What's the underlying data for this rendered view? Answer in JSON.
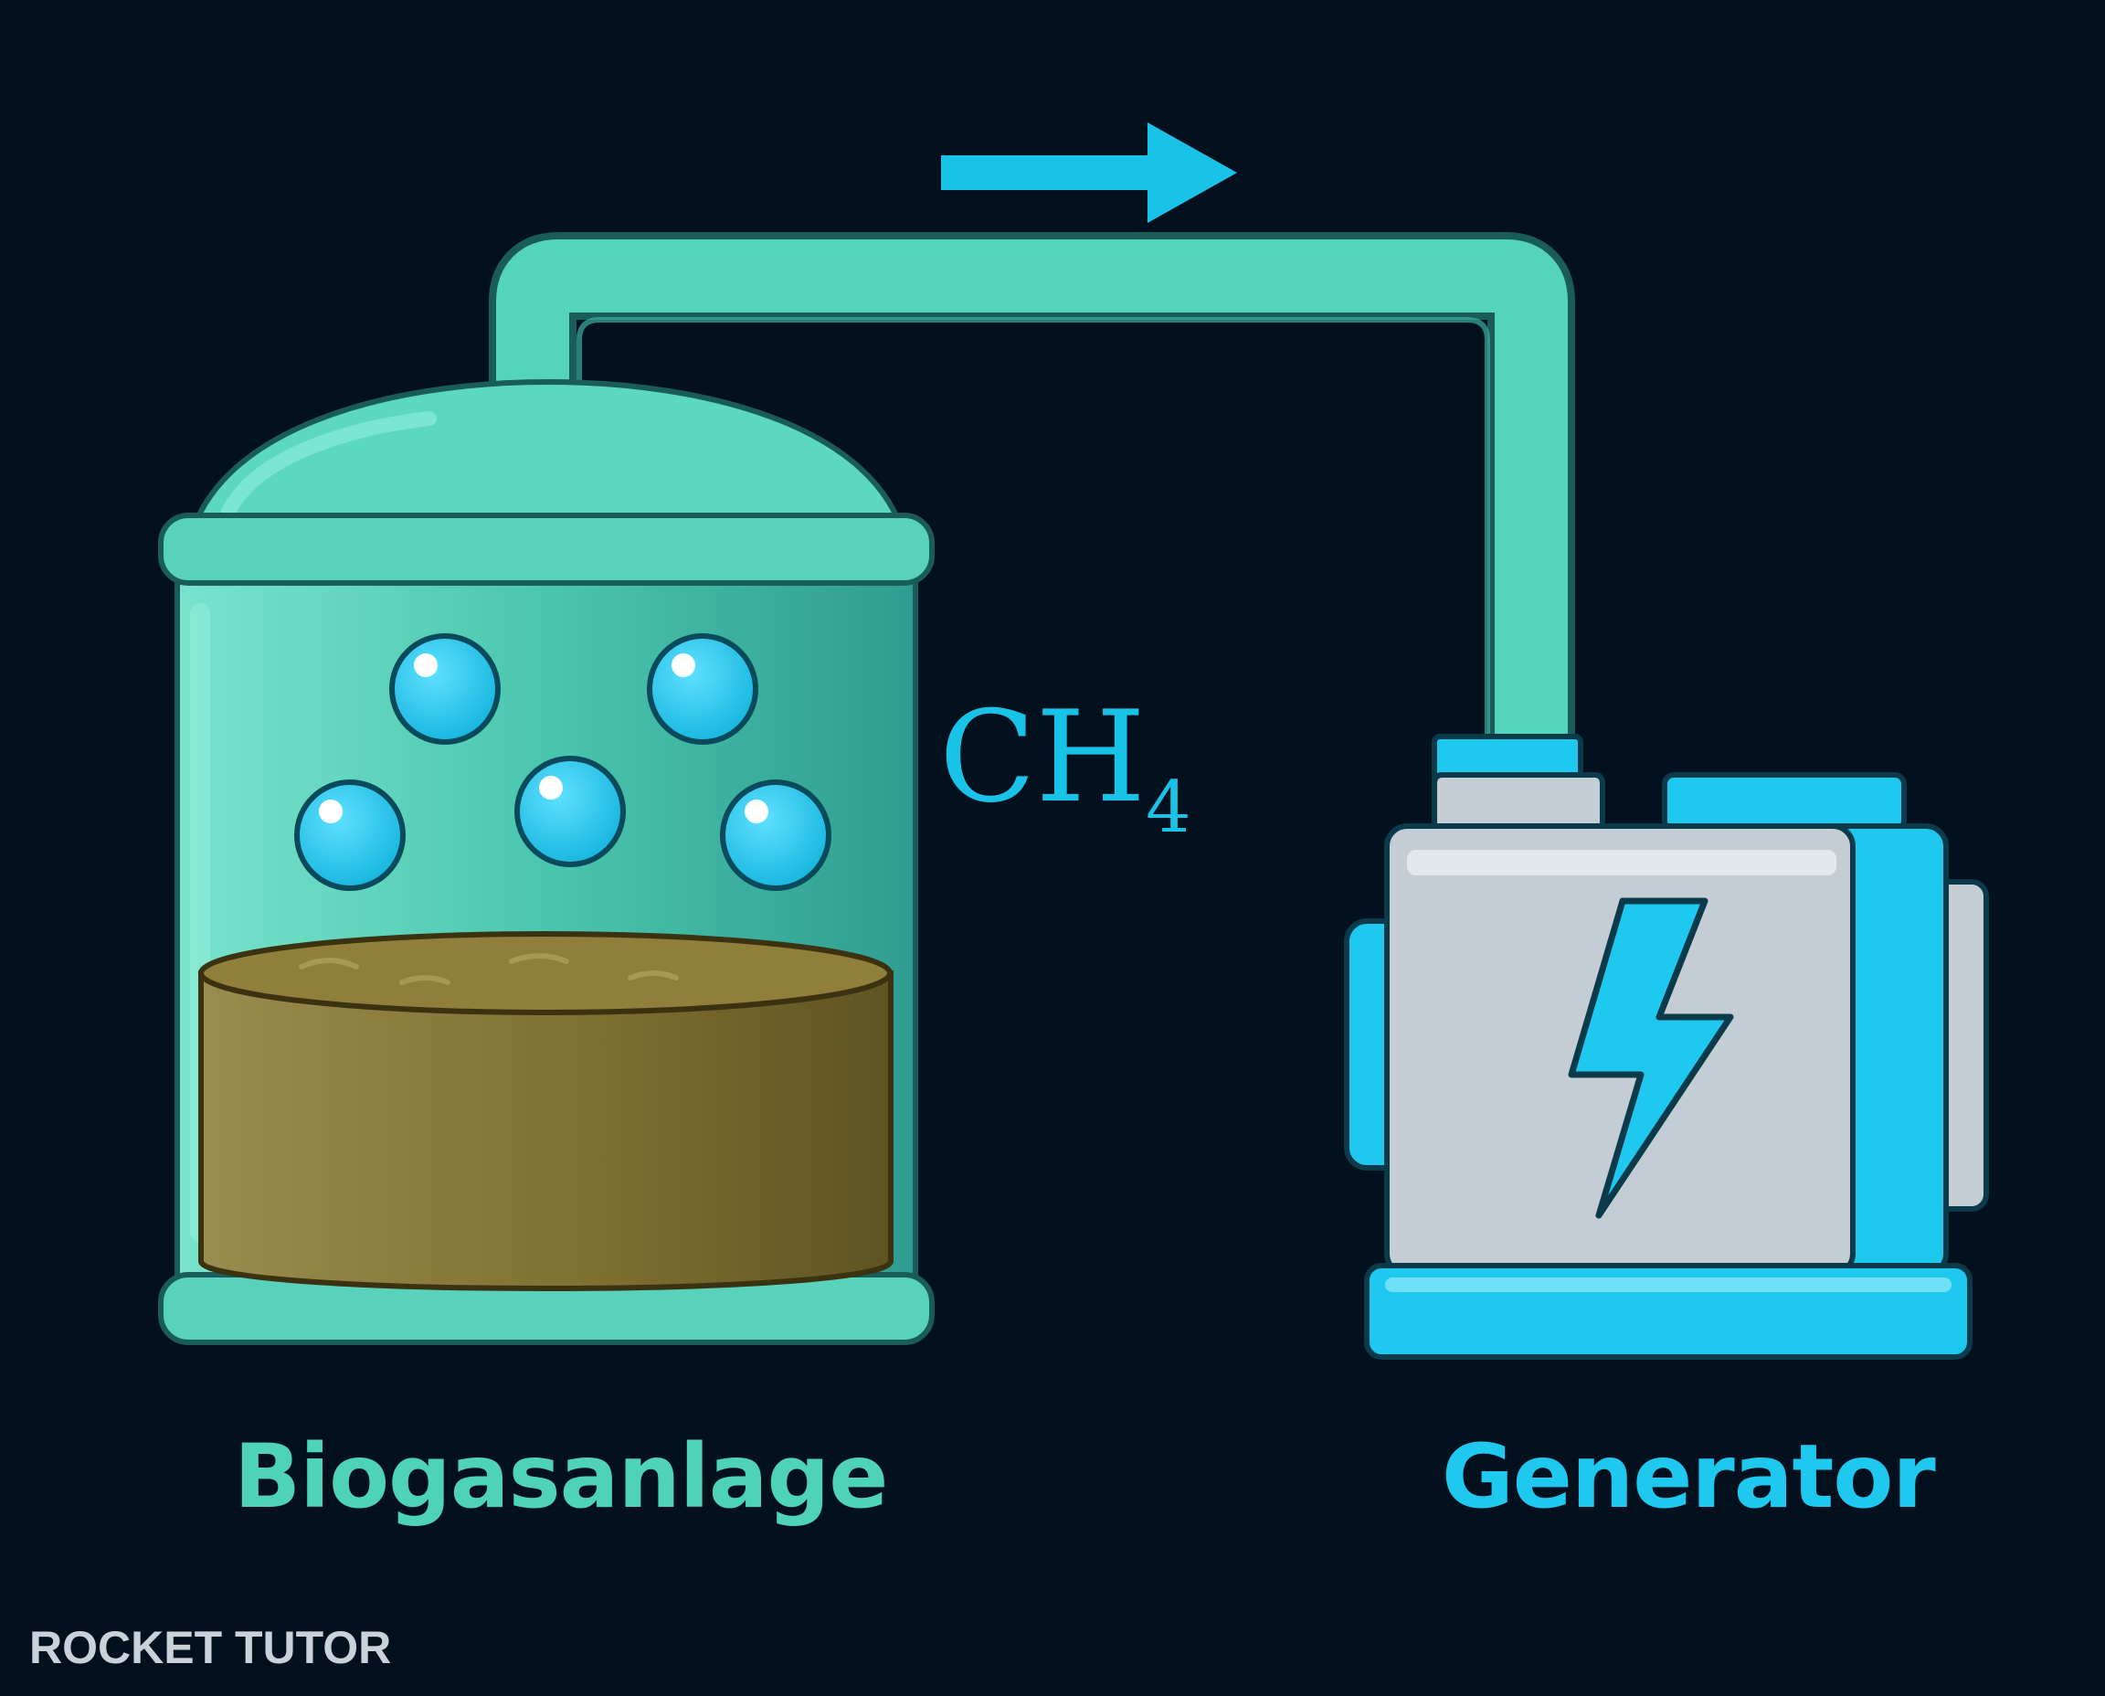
{
  "labels": {
    "tank": "Biogasanlage",
    "generator": "Generator"
  },
  "formula": {
    "base": "CH",
    "subscript": "4"
  },
  "logo": "ROCKET TUTOR",
  "colors": {
    "background": "#03111f",
    "teal": "#4fd3b8",
    "cyan": "#1ec8ee",
    "sludge": "#7c6f2f",
    "steel": "#c5cdd4"
  },
  "icons": [
    "flow-arrow-icon",
    "lightning-bolt-icon",
    "gas-bubble-icon"
  ]
}
